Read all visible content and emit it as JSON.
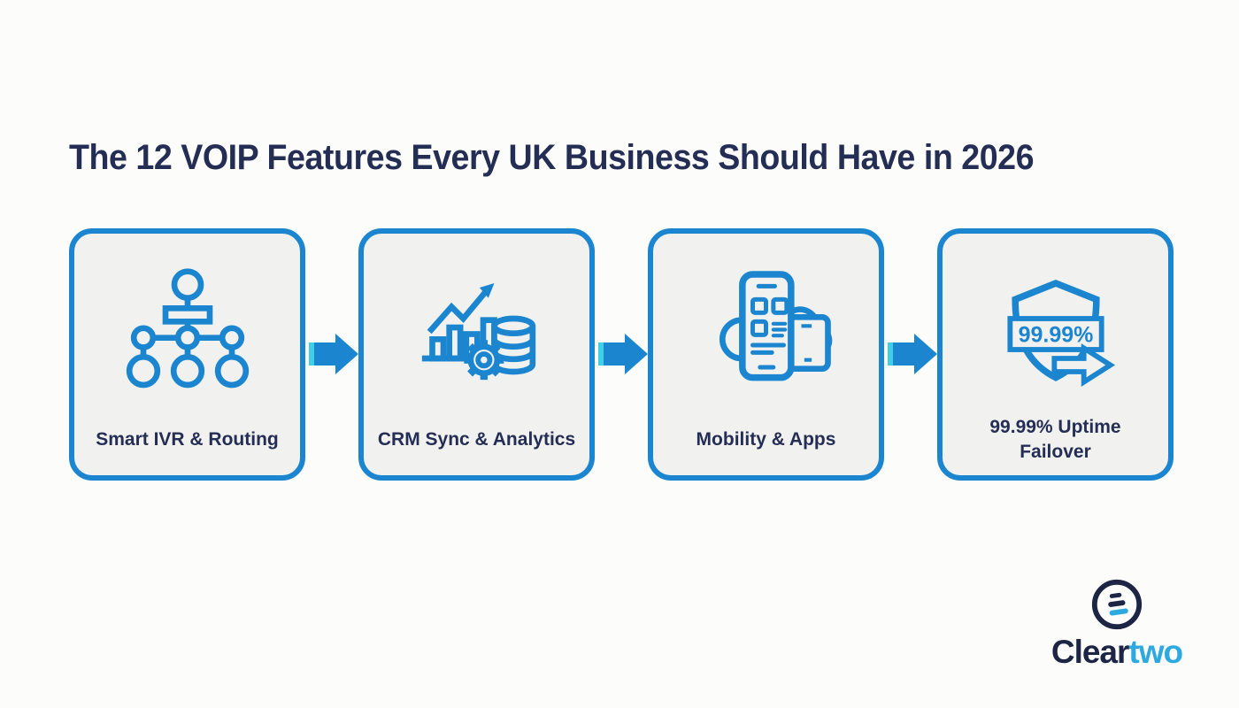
{
  "title": {
    "text": "The 12 VOIP Features Every UK Business Should Have in 2026"
  },
  "cards": [
    {
      "label": "Smart IVR & Routing",
      "icon": "ivr-call-routing-tree"
    },
    {
      "label": "CRM Sync & Analytics",
      "icon": "chart-gear-database"
    },
    {
      "label": "Mobility & Apps",
      "icon": "cloud-smartphone-tablet"
    },
    {
      "label": "99.99% Uptime Failover",
      "icon": "shield-failover-arrow",
      "shield_badge": "99.99%"
    }
  ],
  "flow": {
    "arrow_count": 3,
    "direction": "right"
  },
  "logo": {
    "name": "Cleartwo",
    "part1": "Clear",
    "part2": "two"
  },
  "colors": {
    "accent_blue": "#1b86cf",
    "cyan_highlight": "#3fd0e8",
    "navy_text": "#242e54",
    "logo_navy": "#1d2545",
    "logo_blue": "#2ea9e0",
    "card_bg": "#f1f1f0",
    "page_bg": "#fcfcfb"
  }
}
